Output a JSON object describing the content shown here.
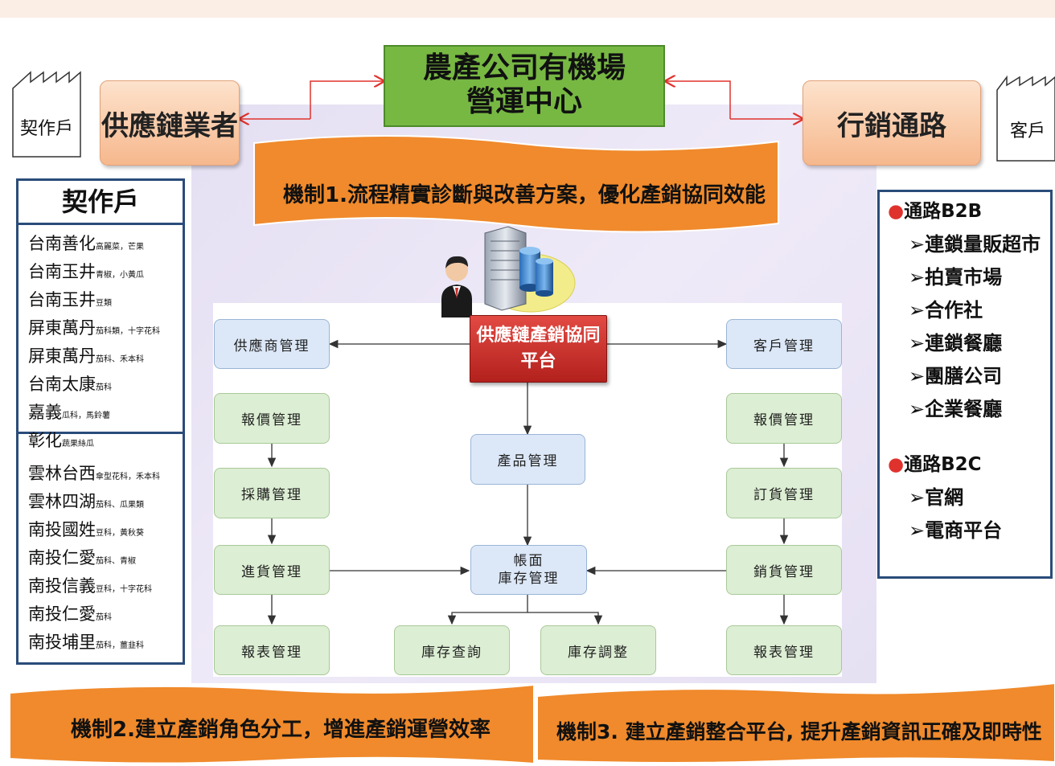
{
  "top_center": {
    "line1": "農產公司有機場",
    "line2": "營運中心"
  },
  "left_peach": "供應鏈業者",
  "right_peach": "行銷通路",
  "left_factory": "契作戶",
  "right_factory": "客戶",
  "mechanism1": "機制1.流程精實診斷與改善方案，優化產銷協同效能",
  "mechanism2": "機制2.建立產銷角色分工，增進產銷運營效率",
  "mechanism3": "機制3. 建立產銷整合平台, 提升產銷資訊正確及即時性",
  "farms": {
    "title": "契作戶",
    "group1": [
      {
        "name": "台南善化",
        "crop": "高麗菜，芒果"
      },
      {
        "name": "台南玉井",
        "crop": "青椒，小黃瓜"
      },
      {
        "name": "台南玉井",
        "crop": "豆類"
      },
      {
        "name": "屏東萬丹",
        "crop": "茄科類，十字花科"
      },
      {
        "name": "屏東萬丹",
        "crop": "茄科、禾本科"
      },
      {
        "name": "台南太康",
        "crop": "茄科"
      },
      {
        "name": "嘉義",
        "crop": "瓜科，馬鈴薯"
      },
      {
        "name": "彰化",
        "crop": "蔬果絲瓜"
      }
    ],
    "group2": [
      {
        "name": "雲林台西",
        "crop": "傘型花科，禾本科"
      },
      {
        "name": "雲林四湖",
        "crop": "茄科、瓜果類"
      },
      {
        "name": "南投國姓",
        "crop": "豆科，黃秋葵"
      },
      {
        "name": "南投仁愛",
        "crop": "茄科、青椒"
      },
      {
        "name": "南投信義",
        "crop": "豆科，十字花科"
      },
      {
        "name": "南投仁愛",
        "crop": "茄科"
      },
      {
        "name": "南投埔里",
        "crop": "茄科，薑韭科"
      }
    ]
  },
  "channels": {
    "b2b_title": "通路B2B",
    "b2b_items": [
      "連鎖量販超市",
      "拍賣市場",
      "合作社",
      "連鎖餐廳",
      "團膳公司",
      "企業餐廳"
    ],
    "b2c_title": "通路B2C",
    "b2c_items": [
      "官網",
      "電商平台"
    ]
  },
  "flow": {
    "platform": {
      "line1": "供應鏈產銷協同",
      "line2": "平台"
    },
    "supplier_mgmt": "供應商管理",
    "customer_mgmt": "客戶管理",
    "left_quote": "報價管理",
    "purchase": "採購管理",
    "receiving": "進貨管理",
    "left_report": "報表管理",
    "product": "產品管理",
    "book_inventory": {
      "line1": "帳面",
      "line2": "庫存管理"
    },
    "inventory_query": "庫存查詢",
    "inventory_adjust": "庫存調整",
    "right_quote": "報價管理",
    "order": "訂貨管理",
    "sales": "銷貨管理",
    "right_report": "報表管理"
  },
  "colors": {
    "orange_banner": "#f08a2c",
    "green_box": "#77b843",
    "red_platform": "#c42a25",
    "list_border": "#2a4c7a",
    "arrow_red": "#e0322d"
  },
  "icons": [
    "factory-icon",
    "person-icon",
    "server-icon",
    "database-icon"
  ]
}
